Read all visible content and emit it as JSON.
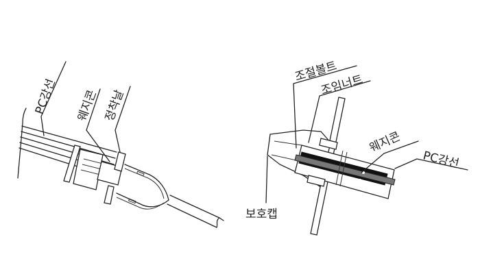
{
  "diagrams": [
    {
      "id": "left",
      "labels": {
        "strand": "PC강선",
        "wedge_cone": "웨지콘",
        "fixing_plate": "정착날"
      }
    },
    {
      "id": "right",
      "labels": {
        "adjust_bolt": "조절볼트",
        "joint_nut": "조임너트",
        "wedge_cone": "웨지콘",
        "strand": "PC강선",
        "protective_cap": "보호캡"
      }
    }
  ],
  "colors": {
    "line": "#222222",
    "background": "#ffffff",
    "fill_dark": "#111111",
    "fill_grey": "#777777"
  }
}
